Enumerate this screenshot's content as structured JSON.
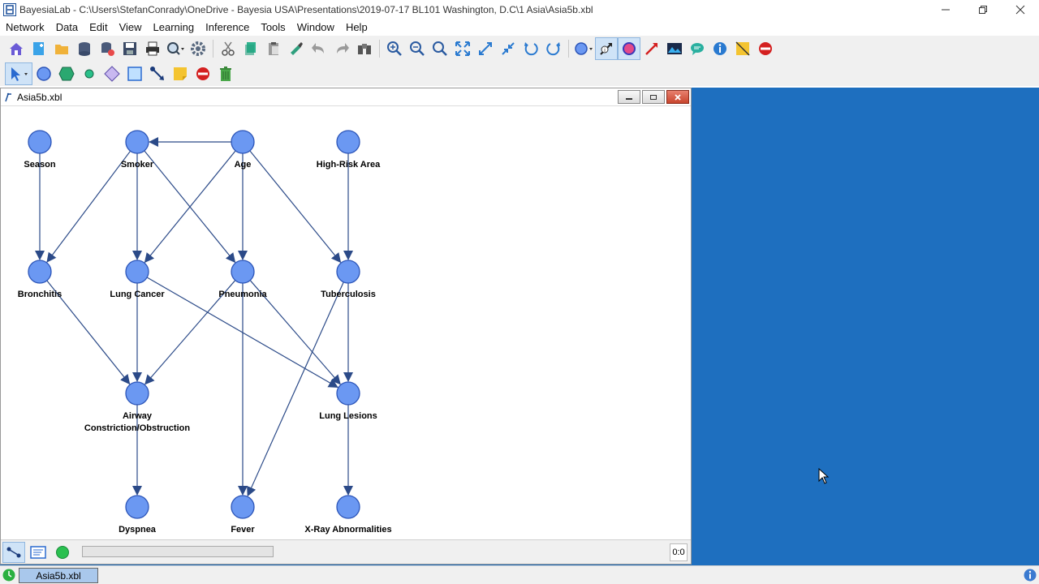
{
  "window": {
    "title": "BayesiaLab - C:\\Users\\StefanConrady\\OneDrive - Bayesia USA\\Presentations\\2019-07-17 BL101 Washington, D.C\\1 Asia\\Asia5b.xbl"
  },
  "menu": [
    "Network",
    "Data",
    "Edit",
    "View",
    "Learning",
    "Inference",
    "Tools",
    "Window",
    "Help"
  ],
  "document": {
    "title": "Asia5b.xbl"
  },
  "graph": {
    "nodes": [
      {
        "id": "season",
        "label": "Season",
        "icon": "node-circle"
      },
      {
        "id": "smoker",
        "label": "Smoker",
        "icon": "node-circle"
      },
      {
        "id": "age",
        "label": "Age",
        "icon": "node-circle"
      },
      {
        "id": "high_risk_area",
        "label": "High-Risk Area",
        "icon": "node-circle"
      },
      {
        "id": "bronchitis",
        "label": "Bronchitis",
        "icon": "node-circle"
      },
      {
        "id": "lung_cancer",
        "label": "Lung Cancer",
        "icon": "node-circle"
      },
      {
        "id": "pneumonia",
        "label": "Pneumonia",
        "icon": "node-circle"
      },
      {
        "id": "tuberculosis",
        "label": "Tuberculosis",
        "icon": "node-circle"
      },
      {
        "id": "airway",
        "label_lines": [
          "Airway",
          "Constriction/Obstruction"
        ],
        "icon": "node-circle"
      },
      {
        "id": "lung_lesions",
        "label": "Lung Lesions",
        "icon": "node-circle"
      },
      {
        "id": "dyspnea",
        "label": "Dyspnea",
        "icon": "node-circle"
      },
      {
        "id": "fever",
        "label": "Fever",
        "icon": "node-circle"
      },
      {
        "id": "xray",
        "label": "X-Ray Abnormalities",
        "icon": "node-circle"
      }
    ],
    "edges": [
      [
        "age",
        "smoker"
      ],
      [
        "season",
        "bronchitis"
      ],
      [
        "smoker",
        "bronchitis"
      ],
      [
        "smoker",
        "lung_cancer"
      ],
      [
        "smoker",
        "pneumonia"
      ],
      [
        "age",
        "lung_cancer"
      ],
      [
        "age",
        "pneumonia"
      ],
      [
        "age",
        "tuberculosis"
      ],
      [
        "high_risk_area",
        "tuberculosis"
      ],
      [
        "bronchitis",
        "airway"
      ],
      [
        "lung_cancer",
        "airway"
      ],
      [
        "pneumonia",
        "airway"
      ],
      [
        "lung_cancer",
        "lung_lesions"
      ],
      [
        "pneumonia",
        "lung_lesions"
      ],
      [
        "tuberculosis",
        "lung_lesions"
      ],
      [
        "pneumonia",
        "fever"
      ],
      [
        "tuberculosis",
        "fever"
      ],
      [
        "airway",
        "dyspnea"
      ],
      [
        "lung_lesions",
        "xray"
      ]
    ],
    "node_fill": "#6b98f2",
    "node_stroke": "#2c55b8",
    "edge_color": "#2b4a88"
  },
  "status": {
    "counter": "0:0"
  },
  "taskbar": {
    "item": "Asia5b.xbl"
  },
  "colors": {
    "desktop": "#1e6fbf",
    "toolbar": "#f0f0f0",
    "active_task": "#a9c8ec"
  }
}
